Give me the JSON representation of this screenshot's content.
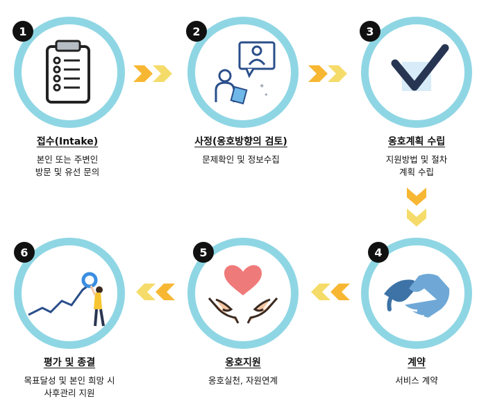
{
  "steps": [
    {
      "number": "1",
      "title": "접수(Intake)",
      "desc": "본인 또는 주변인\n방문 및 유선 문의",
      "icon": "clipboard-icon"
    },
    {
      "number": "2",
      "title": "사정(옹호방향의 검토)",
      "desc": "문제확인 및 정보수집",
      "icon": "consultation-icon"
    },
    {
      "number": "3",
      "title": "옹호계획 수립",
      "desc": "지원방법 및 절차\n계획 수립",
      "icon": "checkmark-icon"
    },
    {
      "number": "4",
      "title": "계약",
      "desc": "서비스 계약",
      "icon": "handshake-icon"
    },
    {
      "number": "5",
      "title": "옹호지원",
      "desc": "옹호실천, 자원연계",
      "icon": "heart-hands-icon"
    },
    {
      "number": "6",
      "title": "평가 및 종결",
      "desc": "목표달성 및 본인 희망 시\n사후관리 지원",
      "icon": "growth-chart-icon"
    }
  ],
  "colors": {
    "ring": "#8fd6e4",
    "arrow_dark": "#f7b733",
    "arrow_light": "#f5dc6a",
    "badge": "#111111"
  }
}
